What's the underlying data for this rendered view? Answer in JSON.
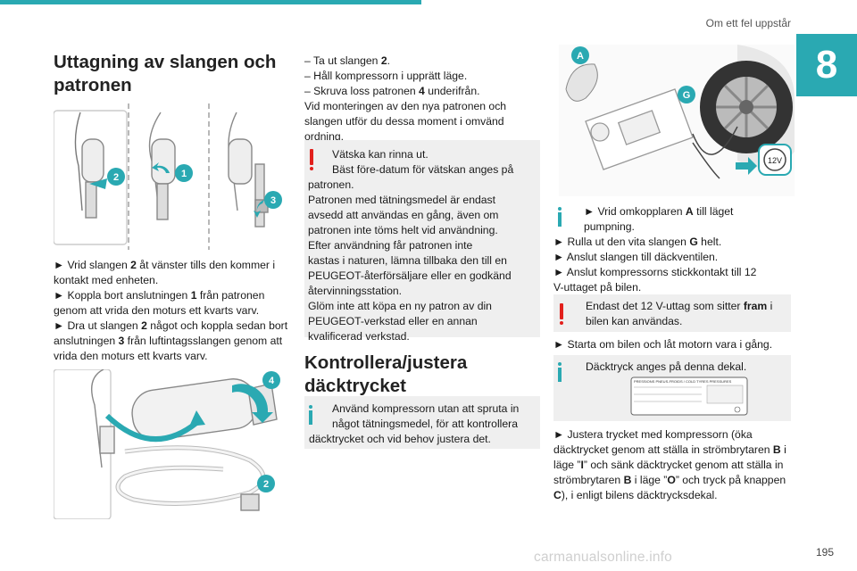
{
  "header": {
    "title": "Om ett fel uppstår",
    "chapter": "8"
  },
  "page_number": "195",
  "watermark": "carmanualsonline.info",
  "colors": {
    "accent": "#2aa9b2",
    "warning": "#e2201c",
    "box_bg": "#efefef"
  },
  "left": {
    "heading_line1": "Uttagning av slangen och",
    "heading_line2": "patronen",
    "callouts": {
      "c2": "2",
      "c1": "1",
      "c3": "3",
      "c4": "4",
      "c2b": "2"
    },
    "s1_pre": "► Vrid slangen ",
    "s1_b": "2",
    "s1_post": " åt vänster tills den kommer i",
    "s1_l2": "kontakt med enheten.",
    "s2_pre": "► Koppla bort anslutningen ",
    "s2_b": "1",
    "s2_post": " från patronen",
    "s2_l2": "genom att vrida den moturs ett kvarts varv.",
    "s3_pre": "► Dra ut slangen ",
    "s3_b": "2",
    "s3_post": " något och koppla sedan bort",
    "s3_l2_pre": "anslutningen ",
    "s3_l2_b": "3",
    "s3_l2_post": " från luftintagsslangen genom att",
    "s3_l3": "vrida den moturs ett kvarts varv."
  },
  "middle": {
    "d1_pre": "– Ta ut slangen ",
    "d1_b": "2",
    "d1_post": ".",
    "d2": "– Håll kompressorn i upprätt läge.",
    "d3_pre": "– Skruva loss patronen ",
    "d3_b": "4",
    "d3_post": " underifrån.",
    "p1": "Vid monteringen av den nya patronen och",
    "p2": "slangen utför du dessa moment i omvänd",
    "p3": "ordning.",
    "warn": {
      "l1": "Vätska kan rinna ut.",
      "l2": "Bäst före-datum för vätskan anges på",
      "l3": "patronen.",
      "l4": "Patronen med tätningsmedel är endast",
      "l5": "avsedd att användas en gång, även om",
      "l6": "patronen inte töms helt vid användning.",
      "l7": "Efter användning får patronen inte",
      "l8": "kastas i naturen, lämna tillbaka den till en",
      "l9": "PEUGEOT-återförsäljare eller en godkänd",
      "l10": "återvinningsstation.",
      "l11": "Glöm inte att köpa en ny patron av din",
      "l12": "PEUGEOT-verkstad eller en annan",
      "l13": "kvalificerad verkstad."
    },
    "heading_line1": "Kontrollera/justera",
    "heading_line2": "däcktrycket",
    "info": {
      "l1": "Använd kompressorn utan att spruta in",
      "l2": "något tätningsmedel, för att kontrollera",
      "l3": "däcktrycket och vid behov justera det."
    }
  },
  "right": {
    "callouts": {
      "a": "A",
      "g": "G"
    },
    "socket_label": "12V",
    "r1_pre": "► Vrid omkopplaren ",
    "r1_b": "A",
    "r1_post": " till läget",
    "r1_l2": "pumpning.",
    "r2_pre": "► Rulla ut den vita slangen ",
    "r2_b": "G",
    "r2_post": " helt.",
    "r3": "► Anslut slangen till däckventilen.",
    "r4": "► Anslut kompressorns stickkontakt till 12",
    "r4_l2": "V-uttaget på bilen.",
    "warn_l1_pre": "Endast det 12 V-uttag som sitter ",
    "warn_l1_b": "fram",
    "warn_l1_post": " i",
    "warn_l2": "bilen kan användas.",
    "r5": "► Starta om bilen och låt motorn vara i gång.",
    "info_text": "Däcktryck anges på denna dekal.",
    "decal_title": "PRESSIONS PNEUS-FROIDS / COLD TYRES PRESSURES",
    "r6_pre": "► Justera trycket med kompressorn (öka",
    "r6_l2_pre": "däcktrycket genom att ställa in strömbrytaren ",
    "r6_l2_b": "B",
    "r6_l2_post": " i",
    "r6_l3_pre": "läge ”",
    "r6_l3_b": "I",
    "r6_l3_post": "” och sänk däcktrycket genom att ställa in",
    "r6_l4_pre": "strömbrytaren ",
    "r6_l4_b": "B",
    "r6_l4_mid": " i läge ”",
    "r6_l4_b2": "O",
    "r6_l4_post": "” och tryck på knappen",
    "r6_l5_b": "C",
    "r6_l5_post": "), i enligt bilens däcktrycksdekal."
  }
}
